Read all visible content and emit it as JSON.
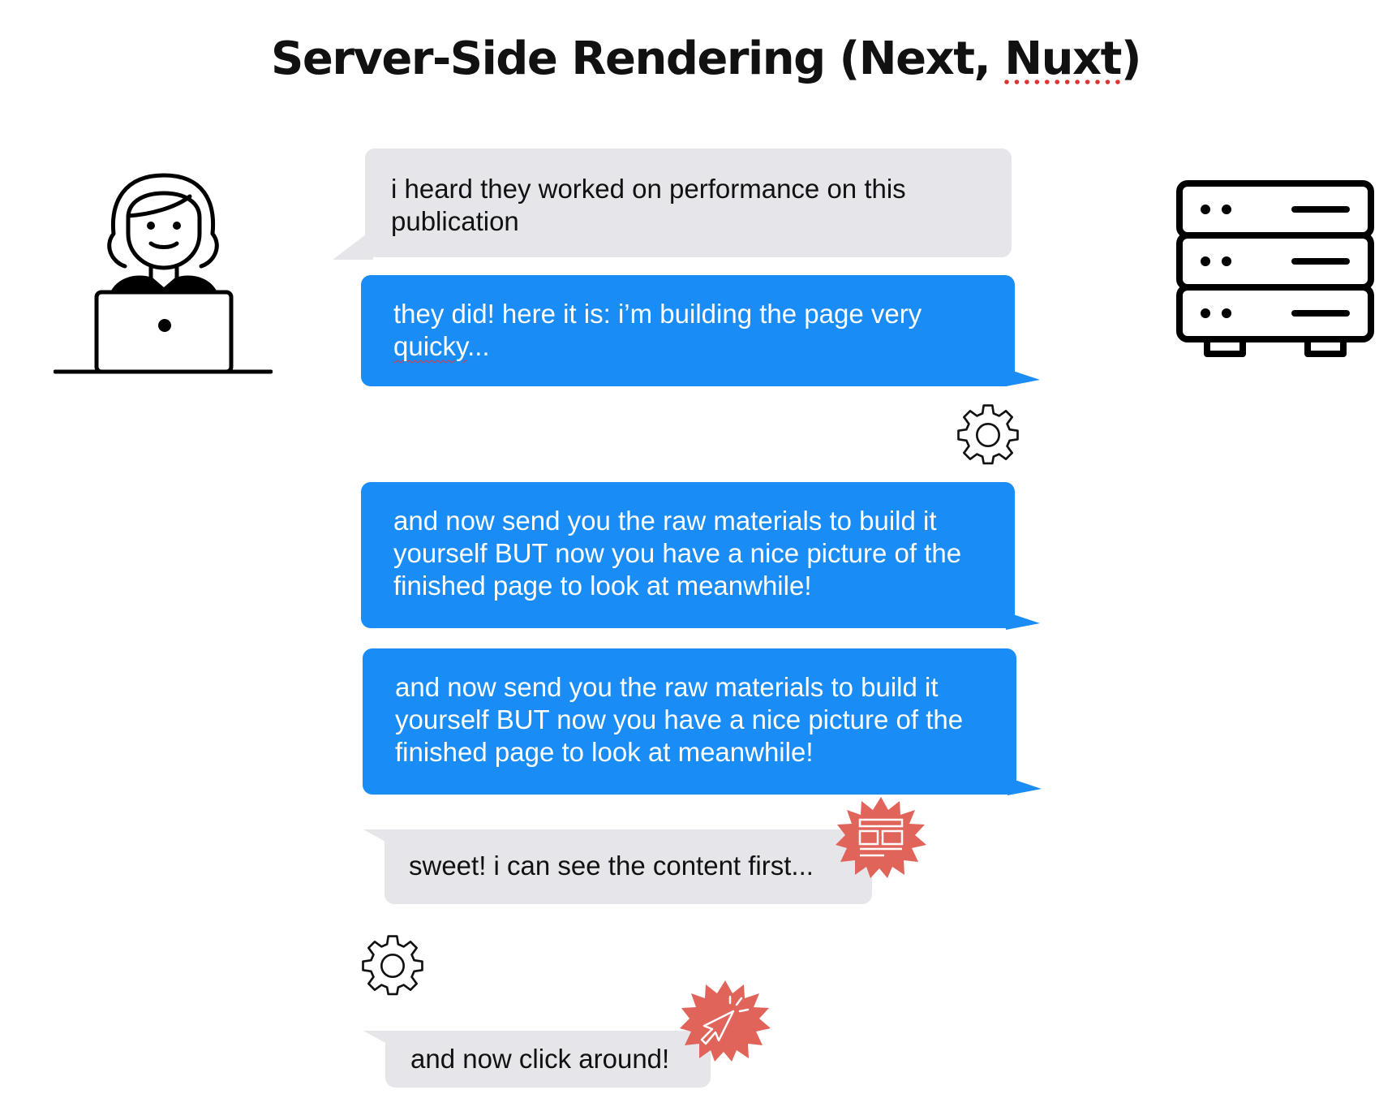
{
  "title_prefix": "Server-Side Rendering (Next, ",
  "title_flagged": "Nuxt",
  "title_suffix": ")",
  "messages": [
    {
      "from": "client",
      "text": "i heard they worked on performance on this publication"
    },
    {
      "from": "server",
      "text_before": "they did! here it is: i’m building the page very ",
      "text_flagged": "quicky",
      "text_after": "..."
    },
    {
      "from": "server",
      "text": "and now send you the raw materials to build it yourself BUT now you have a nice picture of the finished page to look at meanwhile!"
    },
    {
      "from": "server",
      "text": "and now send you the raw materials to build it yourself BUT now you have a nice picture of the finished page to look at meanwhile!"
    },
    {
      "from": "client",
      "text": "sweet! i can see the content first..."
    },
    {
      "from": "client",
      "text": "and now click around!"
    }
  ],
  "icons": [
    "person-with-laptop-icon",
    "server-rack-icon",
    "gear-icon",
    "gear-icon",
    "webpage-layout-icon",
    "cursor-click-icon"
  ],
  "colors": {
    "server_bubble": "#1a8cf5",
    "client_bubble": "#e6e6ea",
    "badge": "#e0645a"
  }
}
